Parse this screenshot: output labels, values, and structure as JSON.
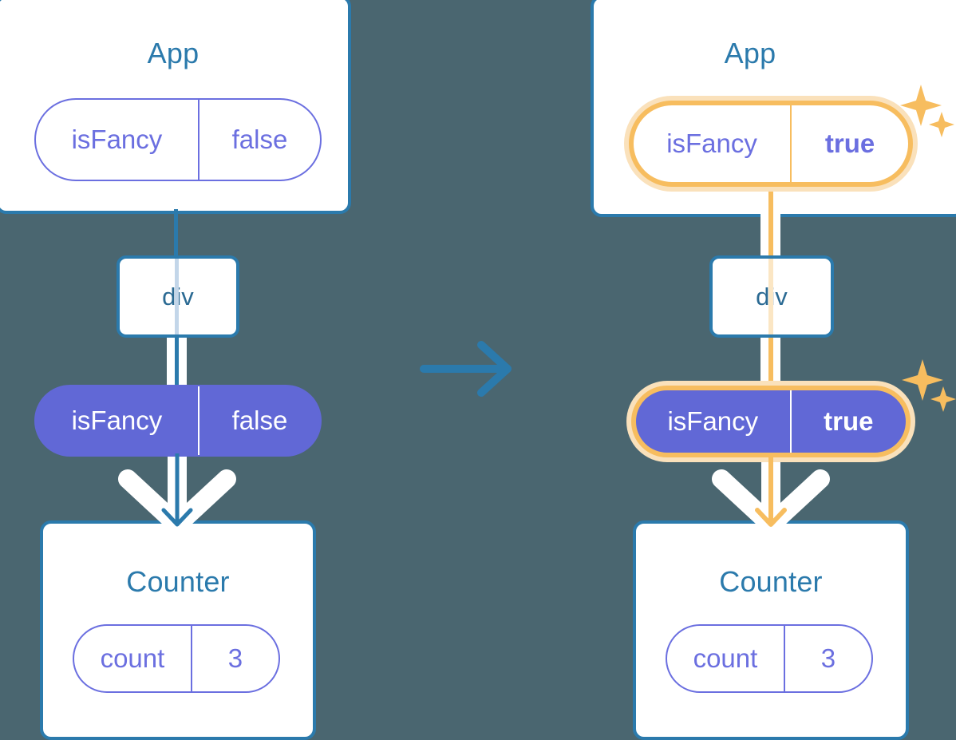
{
  "diagram": {
    "title": "React state update propagation",
    "background_color": "#4a6670",
    "accent_blue": "#2b7aac",
    "accent_purple": "#6168d6",
    "accent_orange": "#f7bd5f",
    "halo_orange": "#fae1bb",
    "transition_arrow_icon": "arrow-right-icon"
  },
  "before": {
    "app": {
      "title": "App",
      "state": {
        "label": "isFancy",
        "value": "false",
        "highlighted": false,
        "filled": false
      }
    },
    "div": {
      "label": "div"
    },
    "prop": {
      "label": "isFancy",
      "value": "false",
      "highlighted": false,
      "filled": true
    },
    "counter": {
      "title": "Counter",
      "state": {
        "label": "count",
        "value": "3",
        "highlighted": false,
        "filled": false
      }
    }
  },
  "after": {
    "app": {
      "title": "App",
      "state": {
        "label": "isFancy",
        "value": "true",
        "highlighted": true,
        "filled": false
      },
      "sparkle_icon": "sparkles-icon"
    },
    "div": {
      "label": "div"
    },
    "prop": {
      "label": "isFancy",
      "value": "true",
      "highlighted": true,
      "filled": true
    },
    "counter": {
      "title": "Counter",
      "state": {
        "label": "count",
        "value": "3",
        "highlighted": false,
        "filled": false
      }
    },
    "sparkle_icon": "sparkles-icon"
  }
}
